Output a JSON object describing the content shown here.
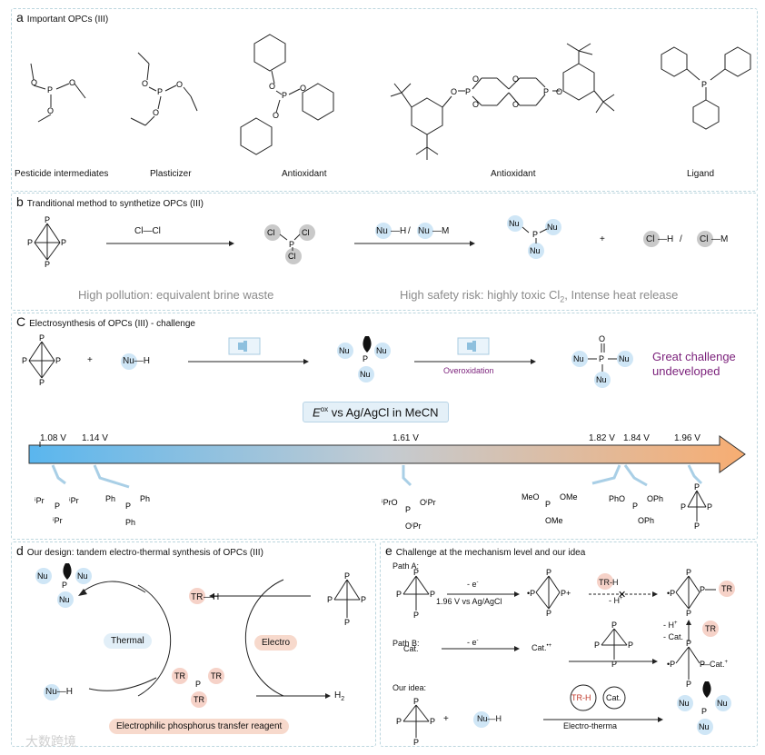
{
  "panels": {
    "a": {
      "letter": "a",
      "title": "Important OPCs (III)",
      "labels": [
        "Pesticide intermediates",
        "Plasticizer",
        "Antioxidant",
        "Antioxidant",
        "Ligand"
      ]
    },
    "b": {
      "letter": "b",
      "title": "Tranditional method to synthetize OPCs (III)",
      "reagent1": "Cl—Cl",
      "reagent2a": "Nu",
      "reagent2b": "—H",
      "slash": "/",
      "reagent2c": "Nu",
      "reagent2d": "—M",
      "plus": "+",
      "by1": "—H",
      "by2": "—M",
      "byCl": "Cl",
      "pollution": "High pollution: equivalent brine waste",
      "risk": "High safety risk: highly toxic Cl",
      "risk_sub": "2",
      "risk_tail": ", Intense heat release"
    },
    "c": {
      "letter": "C",
      "title": "Electrosynthesis of OPCs (III) - challenge",
      "plus": "+",
      "nuh": "Nu—H",
      "overox": "Overoxidation",
      "challenge1": "Great challenge",
      "challenge2": "undeveloped",
      "eox_symbol": "E",
      "eox_sup": "ox",
      "eox_text": " vs Ag/AgCl in MeCN",
      "ticks": [
        "1.08 V",
        "1.14 V",
        "1.61 V",
        "1.82 V",
        "1.84 V",
        "1.96 V"
      ]
    },
    "d": {
      "letter": "d",
      "title": "Our design: tandem electro-thermal synthesis of OPCs (III)",
      "thermal": "Thermal",
      "electro": "Electro",
      "h2": "H",
      "h2_sub": "2",
      "tr": "TR",
      "trh": "—H",
      "nuh": "Nu—H",
      "reagent": "Electrophilic phosphorus transfer reagent"
    },
    "e": {
      "letter": "e",
      "title": "Challenge at the mechanism level and our idea",
      "pathA": "Path A:",
      "pathB": "Path B:",
      "idea": "Our idea:",
      "e1": "- e",
      "e_sup": "-",
      "potential": "1.96 V vs Ag/AgCl",
      "hplus": "- H",
      "hplus_sup": "+",
      "cat": "Cat.",
      "catrad": "Cat.",
      "catrad_sup": "•+",
      "minus_h": "- H",
      "minus_cat": "- Cat.",
      "electrothermal": "Electro-therma",
      "trh": "TR-H",
      "catb": "Cat.",
      "tr": "TR",
      "nu": "Nu",
      "nuh": "Nu—H",
      "plus": "+",
      "catplus": "—Cat.",
      "catplus_sup": "+"
    }
  },
  "watermark": "大数跨境",
  "colors": {
    "blue": "#cfe6f6",
    "red": "#f6d2c8",
    "purple": "#7a1f7a",
    "arrow_start": "#5ab6ee",
    "arrow_end": "#f7ad72"
  }
}
